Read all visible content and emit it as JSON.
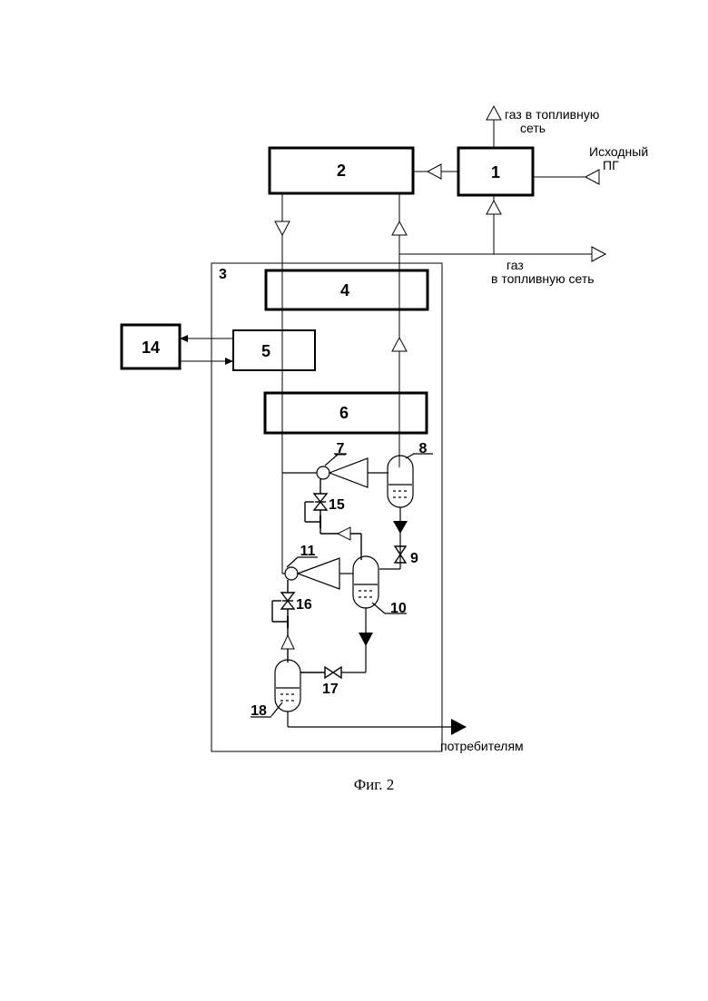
{
  "blocks": {
    "b1": "1",
    "b2": "2",
    "b3": "3",
    "b4": "4",
    "b5": "5",
    "b6": "6",
    "b14": "14"
  },
  "items": {
    "n7": "7",
    "n8": "8",
    "n9": "9",
    "n10": "10",
    "n11": "11",
    "n15": "15",
    "n16": "16",
    "n17": "17",
    "n18": "18"
  },
  "labels": {
    "gas_top_line1": "газ в топливную",
    "gas_top_line2": "сеть",
    "source_line1": "Исходный",
    "source_line2": "ПГ",
    "gas_right_line1": "газ",
    "gas_right_line2": "в топливную сеть",
    "consumers": "потребителям"
  },
  "caption": "Фиг. 2"
}
